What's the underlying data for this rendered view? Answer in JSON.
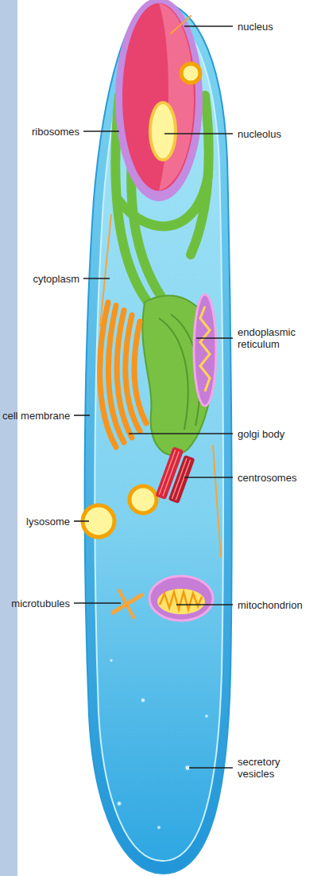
{
  "diagram": {
    "labels": [
      "nucleus",
      "nucleolus",
      "ribosomes",
      "cytoplasm",
      "endoplasmic reticulum",
      "cell membrane",
      "golgi body",
      "centrosomes",
      "lysosome",
      "microtubules",
      "mitochondrion",
      "secretory vesicles"
    ]
  }
}
